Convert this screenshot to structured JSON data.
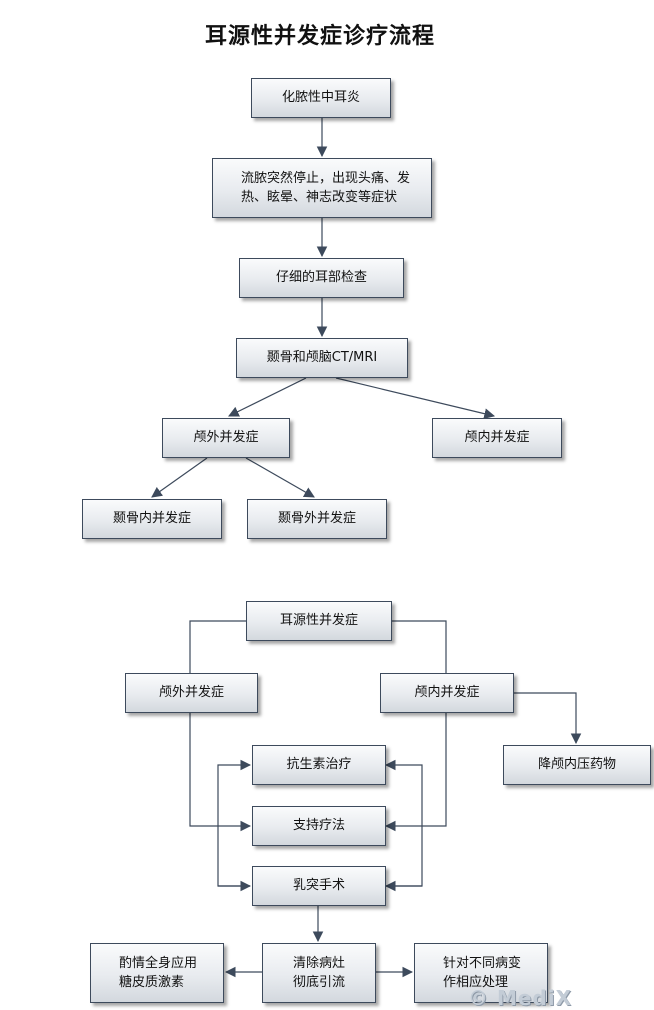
{
  "title": "耳源性并发症诊疗流程",
  "flow1": {
    "n1": "化脓性中耳炎",
    "n2": "流脓突然停止，出现头痛、发\n热、眩晕、神志改变等症状",
    "n3": "仔细的耳部检查",
    "n4": "颞骨和颅脑CT/MRI",
    "n5": "颅外并发症",
    "n6": "颅内并发症",
    "n7": "颞骨内并发症",
    "n8": "颞骨外并发症"
  },
  "flow2": {
    "m1": "耳源性并发症",
    "m2": "颅外并发症",
    "m3": "颅内并发症",
    "m4": "降颅内压药物",
    "m5": "抗生素治疗",
    "m6": "支持疗法",
    "m7": "乳突手术",
    "m8": "酌情全身应用\n糖皮质激素",
    "m9": "清除病灶\n彻底引流",
    "m10": "针对不同病变\n作相应处理"
  },
  "watermark": "© MediX",
  "colors": {
    "line": "#3d4a5c",
    "box_top": "#fafbfc",
    "box_bottom": "#d3d8de"
  }
}
